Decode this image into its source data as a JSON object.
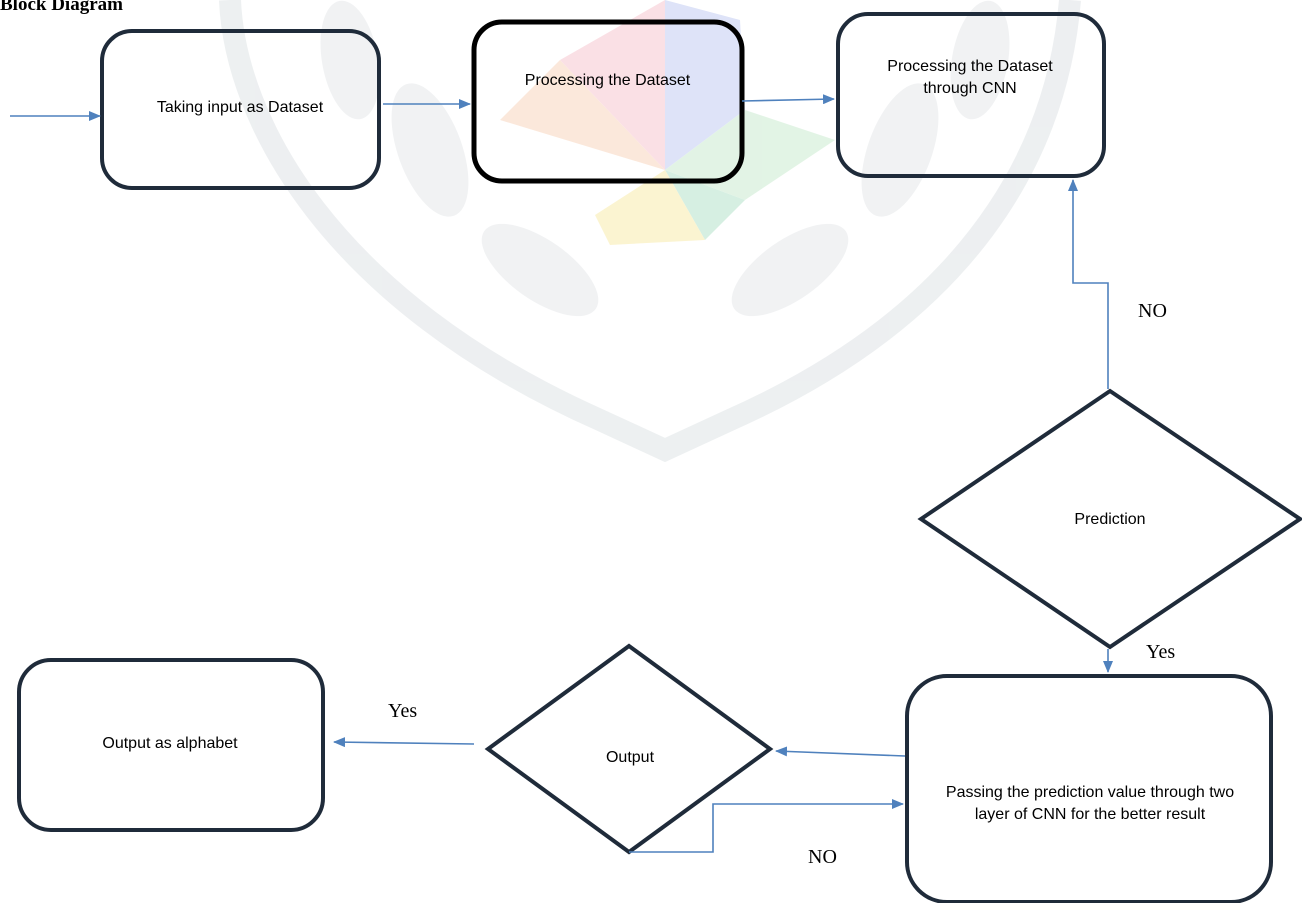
{
  "title": "Block Diagram",
  "nodes": {
    "input": "Taking input as Dataset",
    "process_dataset": "Processing the Dataset",
    "process_cnn": "Processing the Dataset through CNN",
    "prediction": "Prediction",
    "pass_cnn": "Passing the prediction value through two layer of CNN for the better result",
    "output_decision": "Output",
    "output_alphabet": "Output as alphabet"
  },
  "edge_labels": {
    "prediction_no": "NO",
    "prediction_yes": "Yes",
    "output_yes": "Yes",
    "output_no": "NO"
  },
  "colors": {
    "box_border": "#1f2b3a",
    "arrow": "#4f81bd",
    "watermark": "#dfe3e6"
  }
}
